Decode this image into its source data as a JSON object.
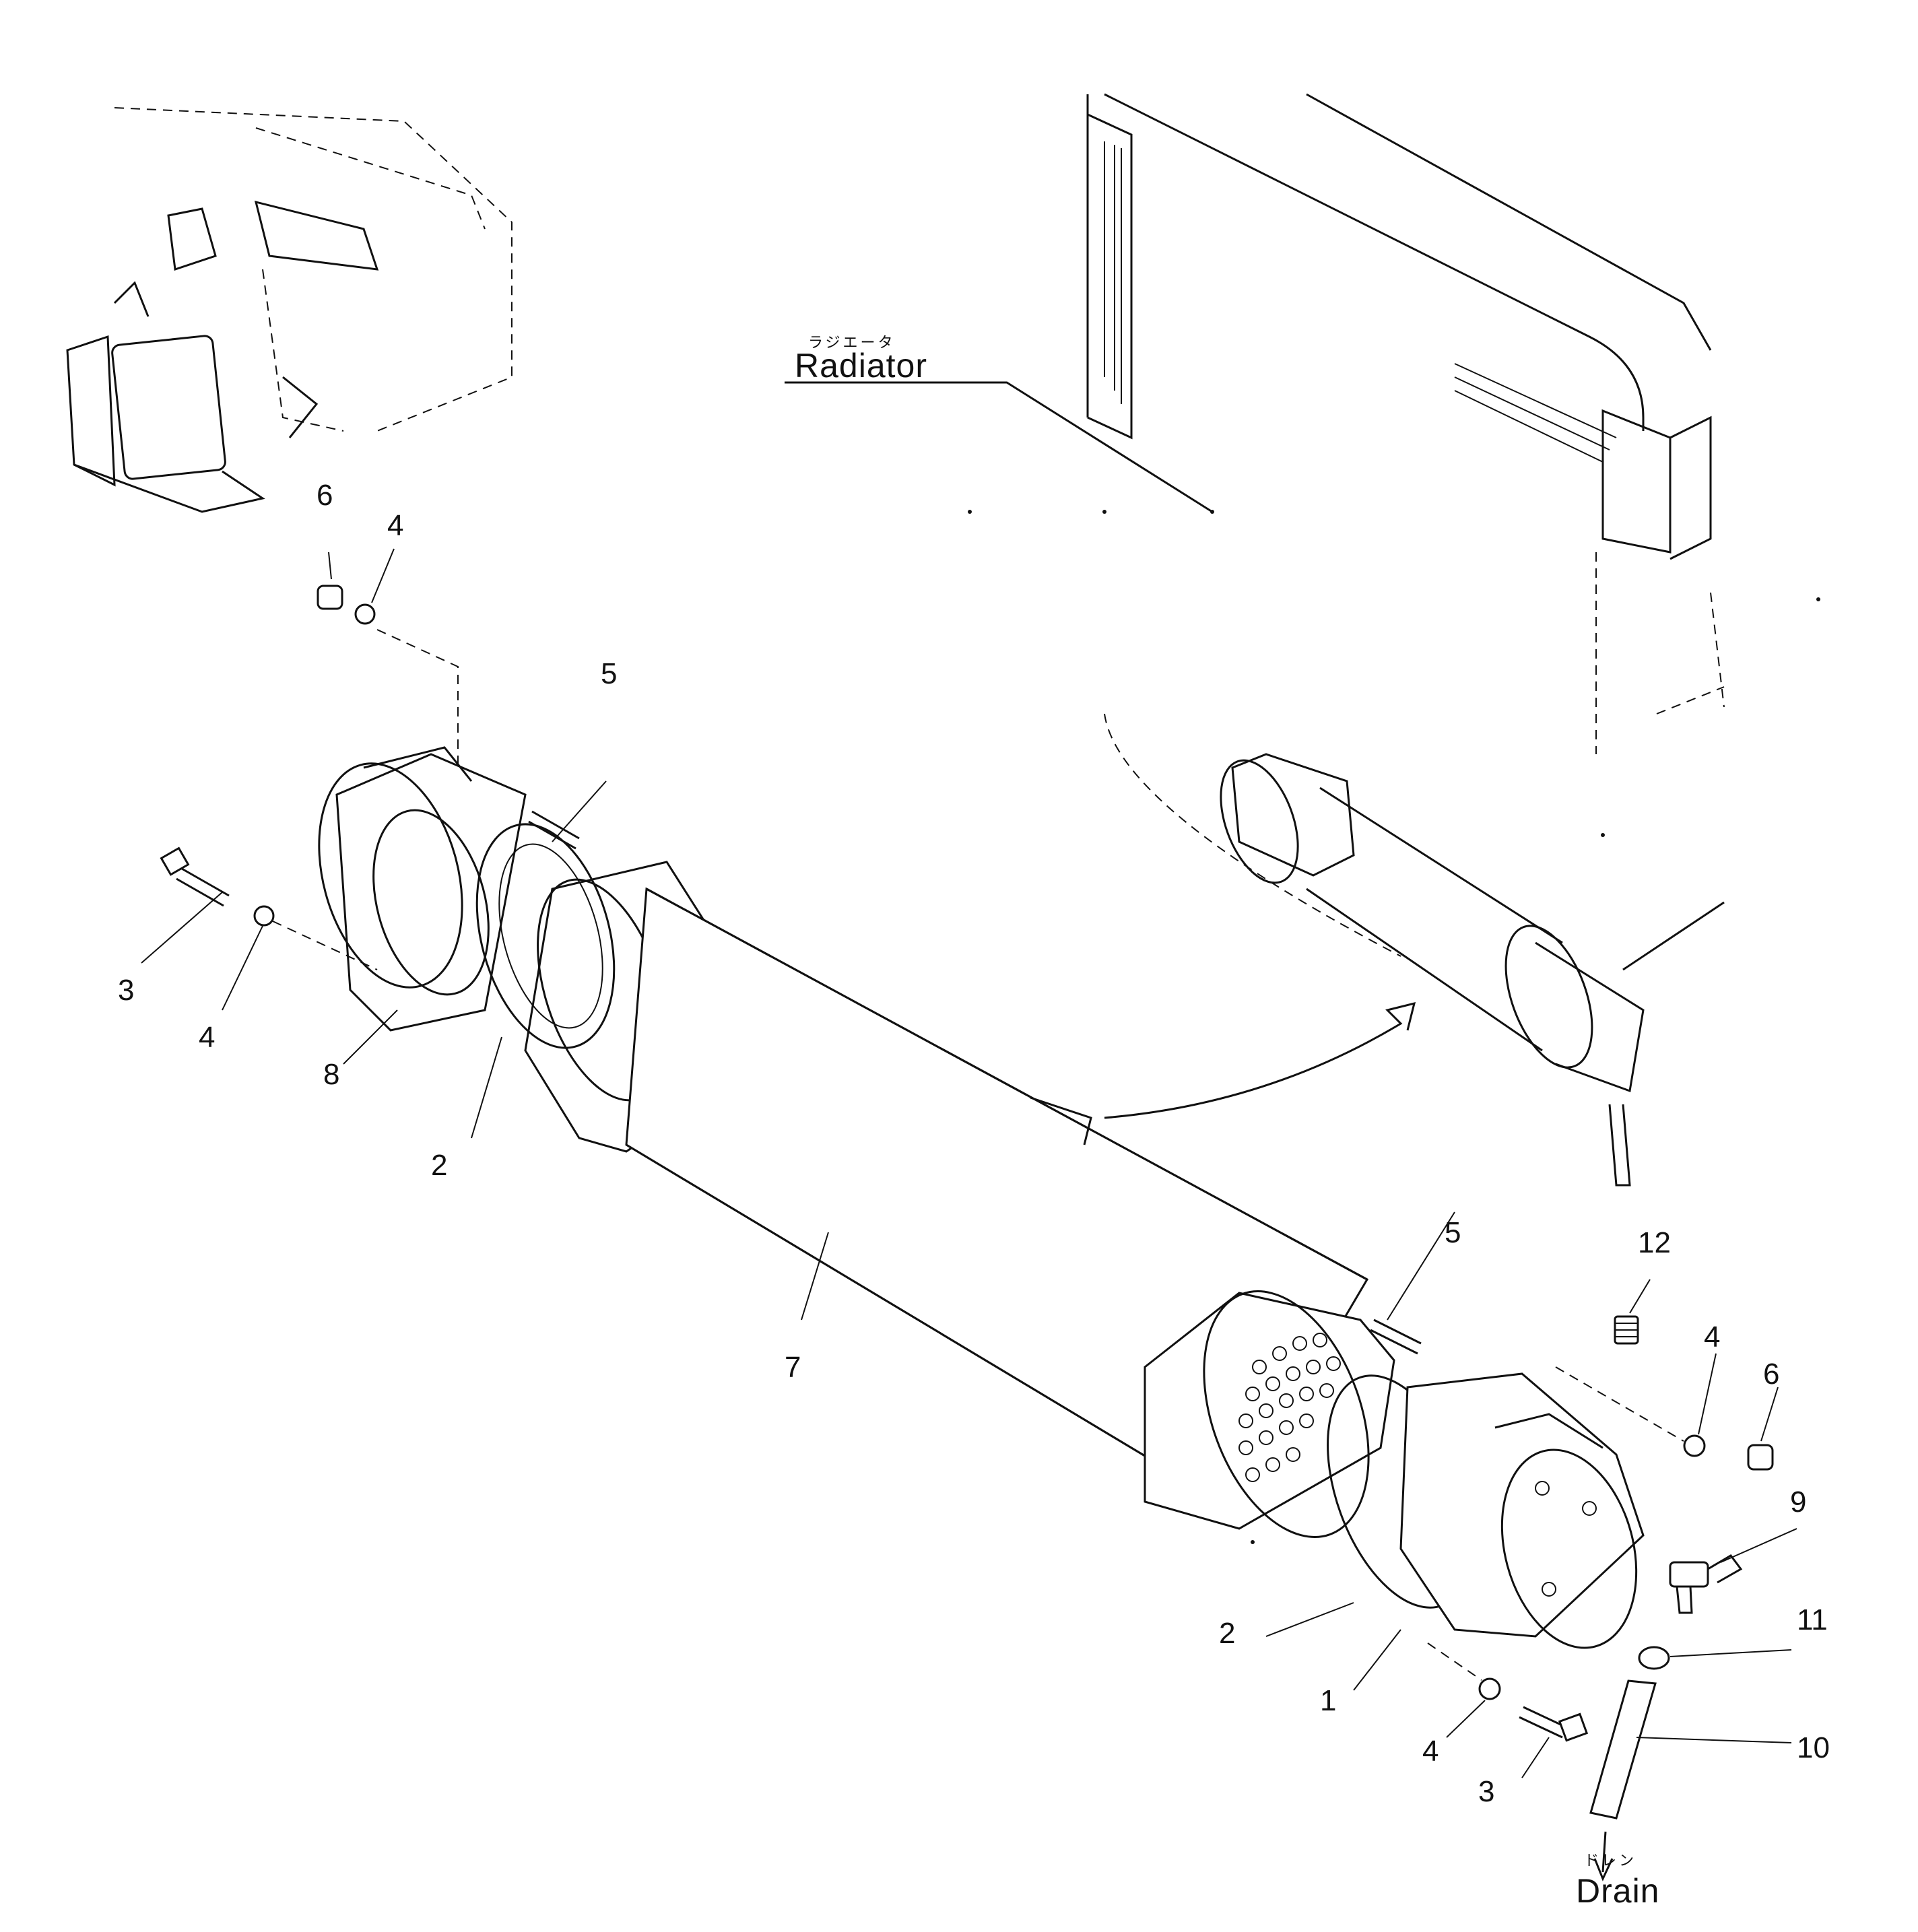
{
  "diagram": {
    "parts": {
      "radiator": {
        "label": "Radiator",
        "label_jp": "ラジエータ"
      },
      "drain": {
        "label": "Drain",
        "label_jp": "ドレン"
      }
    },
    "callouts": [
      {
        "id": "c6a",
        "text": "6"
      },
      {
        "id": "c4a",
        "text": "4"
      },
      {
        "id": "c5a",
        "text": "5"
      },
      {
        "id": "c3a",
        "text": "3"
      },
      {
        "id": "c4b",
        "text": "4"
      },
      {
        "id": "c8",
        "text": "8"
      },
      {
        "id": "c2a",
        "text": "2"
      },
      {
        "id": "c7",
        "text": "7"
      },
      {
        "id": "c5b",
        "text": "5"
      },
      {
        "id": "c12",
        "text": "12"
      },
      {
        "id": "c4c",
        "text": "4"
      },
      {
        "id": "c6b",
        "text": "6"
      },
      {
        "id": "c9",
        "text": "9"
      },
      {
        "id": "c11",
        "text": "11"
      },
      {
        "id": "c2b",
        "text": "2"
      },
      {
        "id": "c1",
        "text": "1"
      },
      {
        "id": "c10",
        "text": "10"
      },
      {
        "id": "c4d",
        "text": "4"
      },
      {
        "id": "c3b",
        "text": "3"
      }
    ]
  }
}
